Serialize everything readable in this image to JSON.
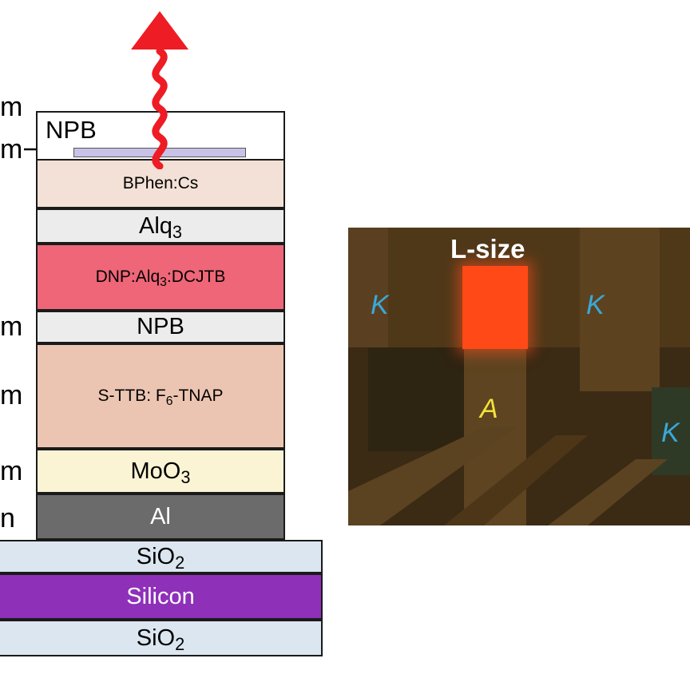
{
  "stack": {
    "layers": {
      "npb_top": {
        "label": "NPB"
      },
      "bphen": {
        "label": "BPhen:Cs"
      },
      "alq3": {
        "base": "Alq",
        "sub": "3"
      },
      "dnp": {
        "pre": "DNP:Alq",
        "sub": "3",
        "post": ":DCJTB"
      },
      "npb": {
        "label": "NPB"
      },
      "sttb": {
        "pre": "S-TTB: F",
        "sub": "6",
        "post": "-TNAP"
      },
      "moo3": {
        "base": "MoO",
        "sub": "3"
      },
      "al": {
        "label": "Al"
      },
      "sio2_top": {
        "base": "SiO",
        "sub": "2"
      },
      "silicon": {
        "label": "Silicon"
      },
      "sio2_bottom": {
        "base": "SiO",
        "sub": "2"
      }
    },
    "thickness_fragments": {
      "f1": "m",
      "f2": "m",
      "f3": "m",
      "f4": "m",
      "f5": "m",
      "f6": "n"
    }
  },
  "micrograph": {
    "title": "L-size",
    "labels": {
      "k1": "K",
      "k2": "K",
      "k3": "K",
      "a": "A"
    }
  },
  "colors": {
    "arrow": "#ee1c24",
    "npb_top": "#ffffff",
    "cathode_strip": "#c9c2e8",
    "bphen": "#f3e0d6",
    "alq3": "#ececec",
    "dnp": "#ee6677",
    "npb": "#ececec",
    "sttb": "#ecc5b2",
    "moo3": "#fbf4d4",
    "al": "#6b6b6b",
    "sio2": "#dce6f1",
    "silicon": "#8e30b8",
    "emission": "#ff4a17",
    "k_label": "#3aa8d8",
    "a_label": "#f2e23a"
  }
}
